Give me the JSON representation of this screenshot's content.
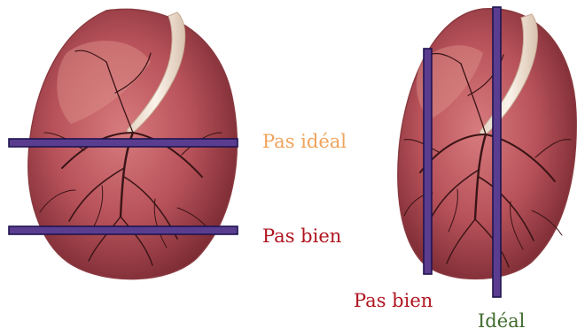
{
  "labels": {
    "pas_ideal": "Pas idéal",
    "pas_bien_horizontal": "Pas bien",
    "pas_bien_vertical": "Pas bien",
    "ideal": "Idéal"
  },
  "colors": {
    "pas_ideal": "#f0a35c",
    "pas_bien": "#b01520",
    "ideal": "#3f6b2c",
    "cut_line_fill": "#5a3d8f",
    "cut_line_edge": "#1e1450",
    "placenta_base": "#b8525a",
    "placenta_dark": "#7a2a33",
    "vessel": "#3a1416",
    "cord": "#f2e6d8"
  },
  "icons": {
    "left_image": "placenta-illustration",
    "right_image": "placenta-illustration"
  }
}
